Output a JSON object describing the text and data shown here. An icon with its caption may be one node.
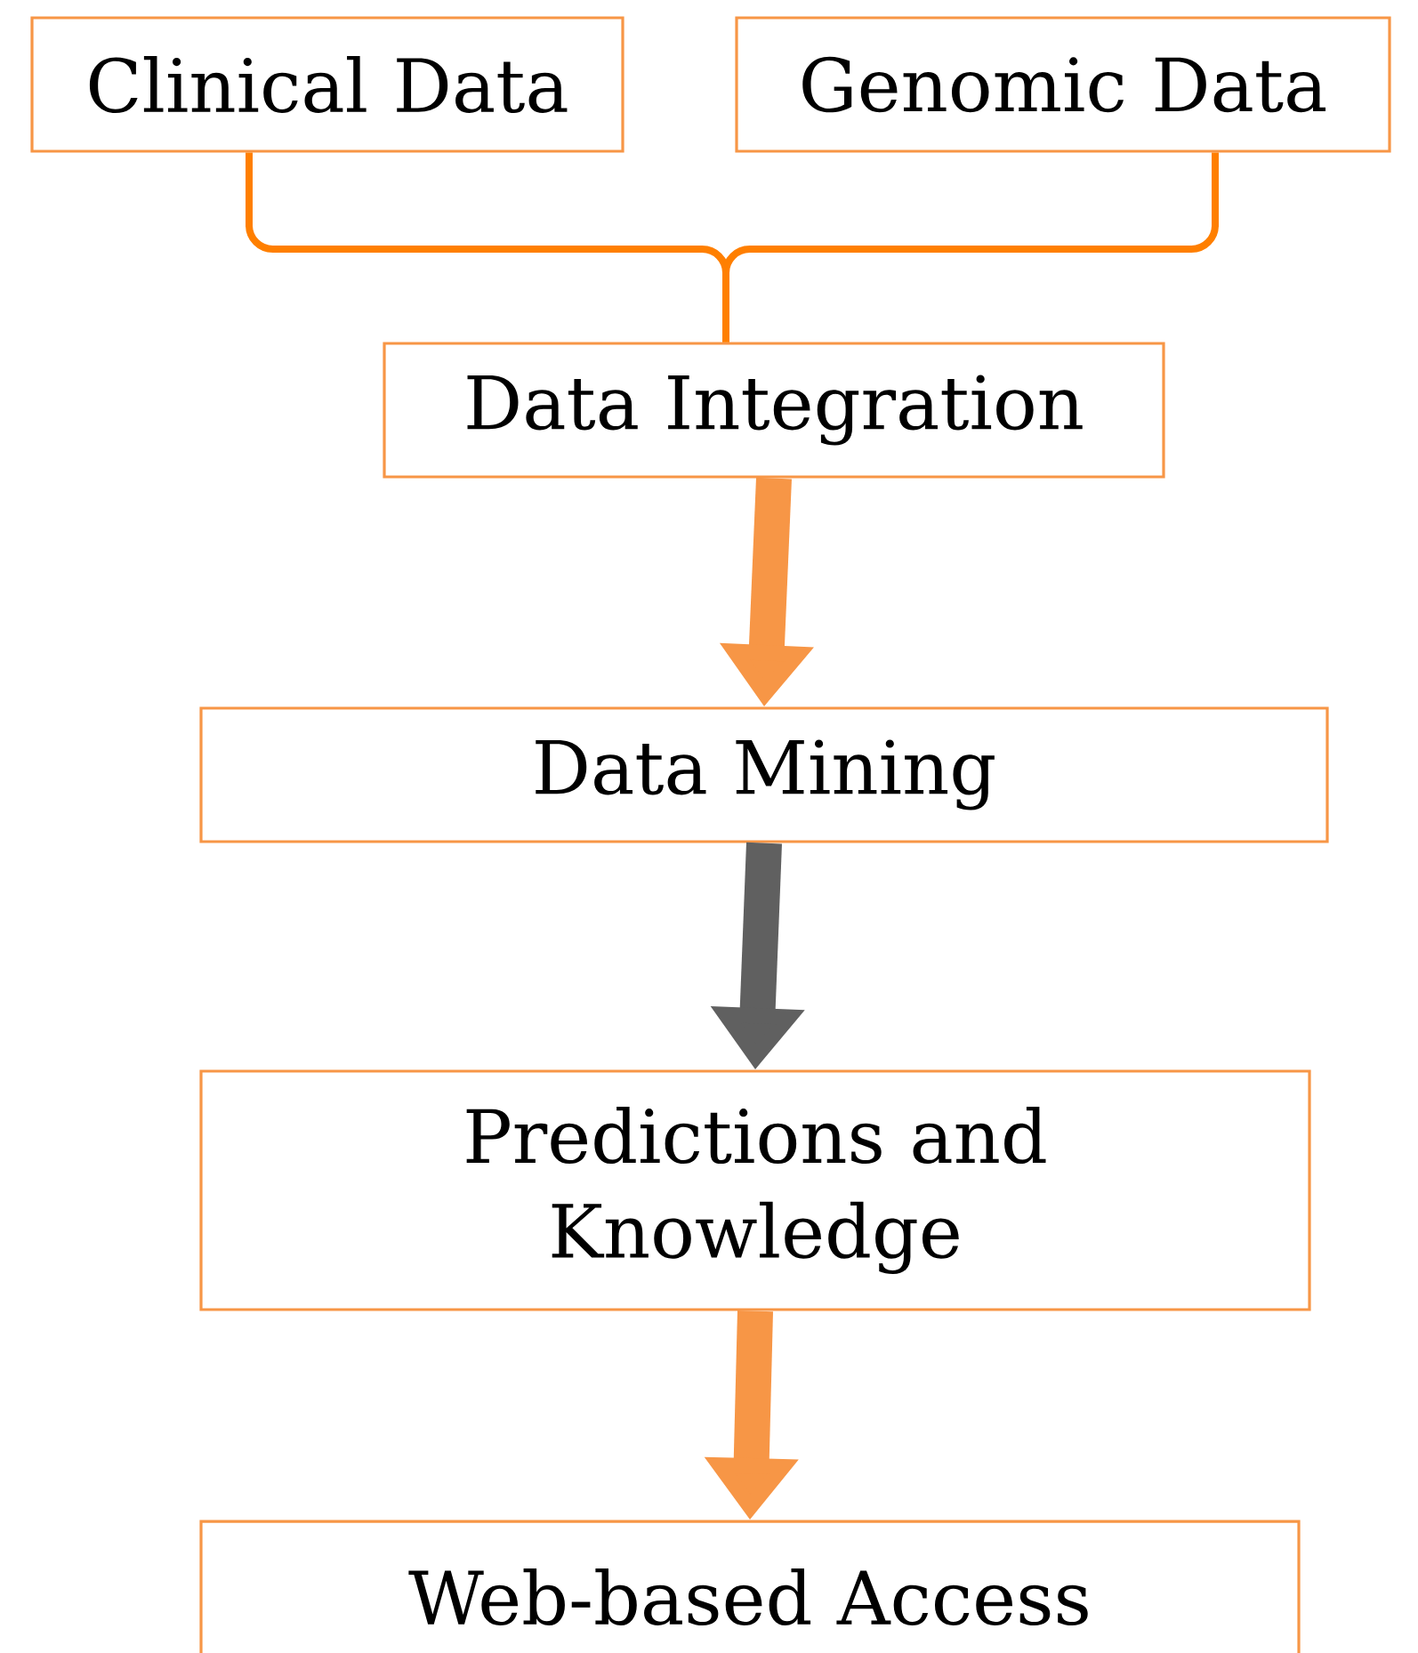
{
  "diagram": {
    "nodes": [
      {
        "text": [
          "Clinical Data"
        ]
      },
      {
        "text": [
          "Genomic Data"
        ]
      },
      {
        "text": [
          "Data Integration"
        ]
      },
      {
        "text": [
          "Data Mining"
        ]
      },
      {
        "text": [
          "Predictions and Knowledge"
        ]
      },
      {
        "text": [
          "Web-based Access"
        ]
      }
    ],
    "edges": [
      {
        "from": 0,
        "to": 2,
        "arrow": "none",
        "color": "#ff7f00"
      },
      {
        "from": 1,
        "to": 2,
        "arrow": "none",
        "color": "#ff7f00"
      },
      {
        "from": 2,
        "to": 3,
        "arrow": "to"
      },
      {
        "from": 3,
        "to": 4,
        "arrow": "to",
        "color": "#606060"
      },
      {
        "from": 4,
        "to": 5,
        "arrow": "to"
      }
    ]
  }
}
